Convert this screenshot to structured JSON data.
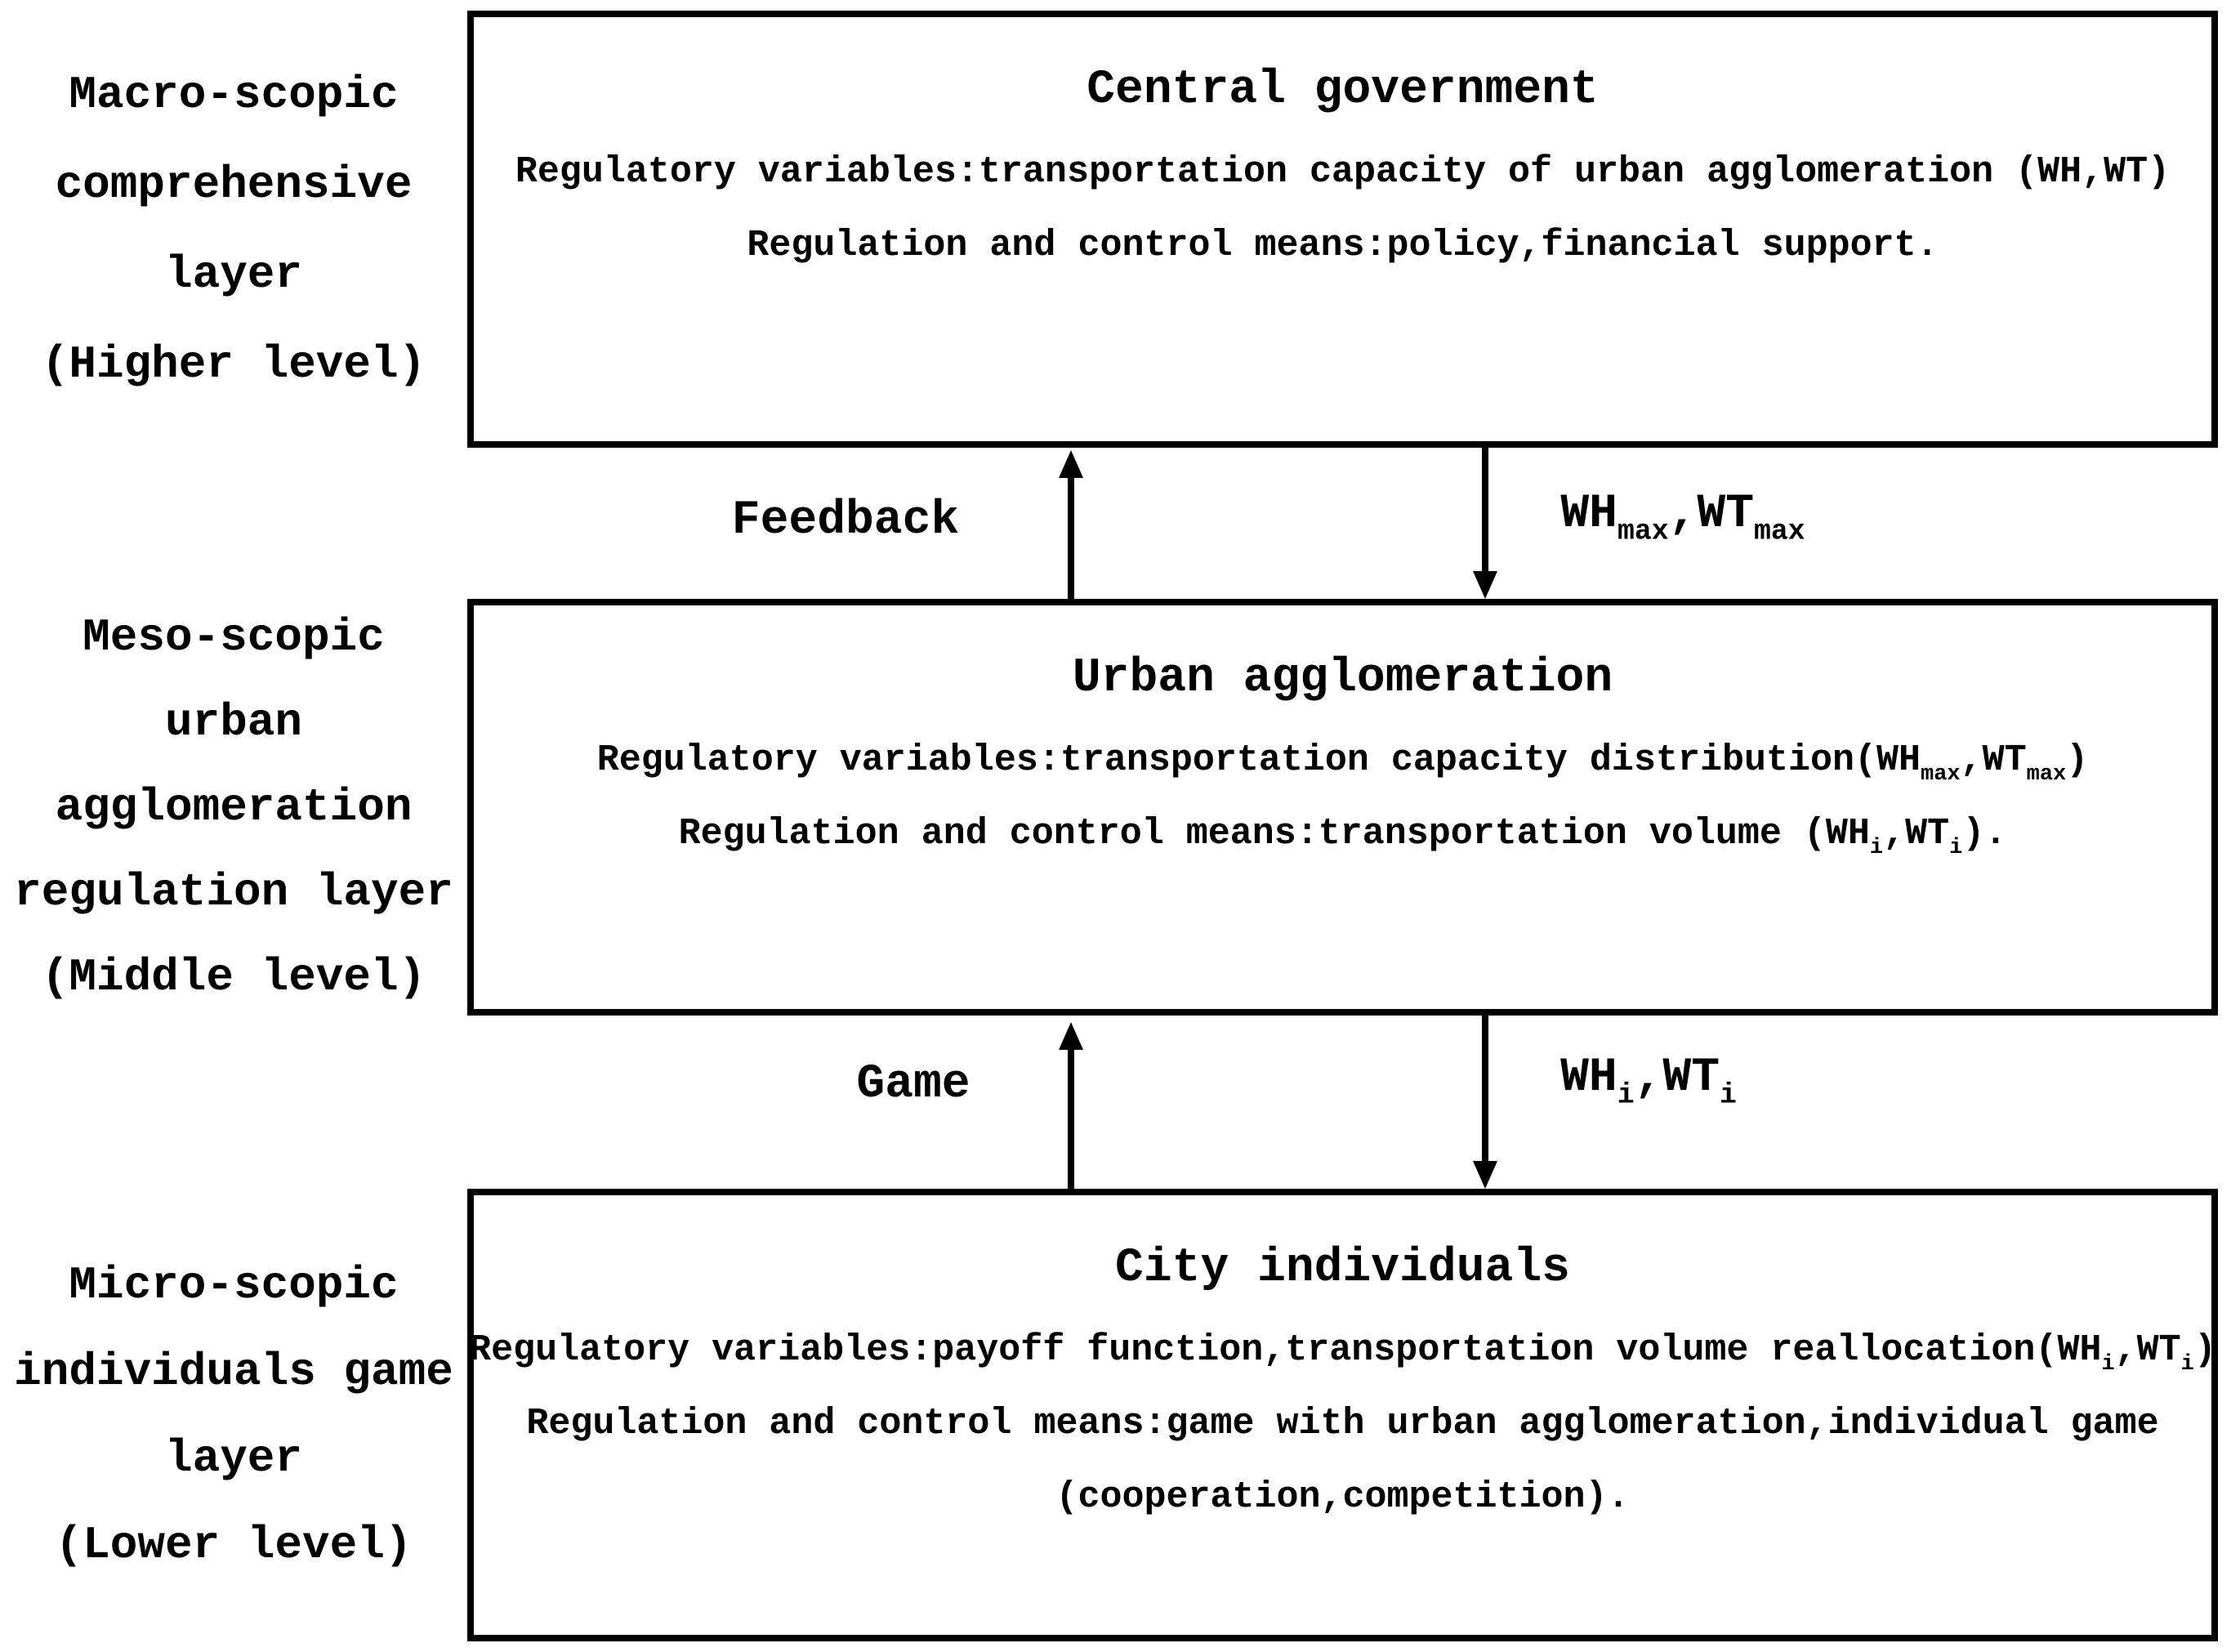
{
  "figure": {
    "background_color": "#ffffff",
    "line_color": "#000000",
    "text_color": "#000000"
  },
  "side_labels": [
    {
      "id": "macro",
      "lines": [
        "Macro-scopic",
        "comprehensive",
        "layer",
        "(Higher level)"
      ]
    },
    {
      "id": "meso",
      "lines": [
        "Meso-scopic",
        "urban",
        "agglomeration",
        "regulation layer",
        "(Middle level)"
      ]
    },
    {
      "id": "micro",
      "lines": [
        "Micro-scopic",
        "individuals game",
        "layer",
        "(Lower level)"
      ]
    }
  ],
  "boxes": [
    {
      "id": "central-government",
      "title": "Central government",
      "lines": [
        [
          {
            "t": "Regulatory variables:transportation capacity of urban agglomeration (WH,WT)"
          }
        ],
        [
          {
            "t": "Regulation and control means:policy,financial support."
          }
        ]
      ]
    },
    {
      "id": "urban-agglomeration",
      "title": "Urban agglomeration",
      "lines": [
        [
          {
            "t": "Regulatory variables:transportation capacity distribution(WH"
          },
          {
            "sub": "max"
          },
          {
            "t": ",WT"
          },
          {
            "sub": "max"
          },
          {
            "t": ")"
          }
        ],
        [
          {
            "t": "Regulation and control means:transportation volume (WH"
          },
          {
            "sub": "i"
          },
          {
            "t": ",WT"
          },
          {
            "sub": "i"
          },
          {
            "t": ")."
          }
        ]
      ]
    },
    {
      "id": "city-individuals",
      "title": "City individuals",
      "lines": [
        [
          {
            "t": "Regulatory variables:payoff function,transportation volume reallocation(WH"
          },
          {
            "sub": "i"
          },
          {
            "t": ",WT"
          },
          {
            "sub": "i"
          },
          {
            "t": ")"
          }
        ],
        [
          {
            "t": "Regulation and control means:game with urban agglomeration,individual game"
          }
        ],
        [
          {
            "t": "(cooperation,competition)."
          }
        ]
      ]
    }
  ],
  "connectors": [
    {
      "between": "central-government/urban-agglomeration",
      "up_label": "Feedback",
      "down_label": [
        {
          "t": "WH"
        },
        {
          "sub": "max"
        },
        {
          "t": ",WT"
        },
        {
          "sub": "max"
        }
      ]
    },
    {
      "between": "urban-agglomeration/city-individuals",
      "up_label": "Game",
      "down_label": [
        {
          "t": "WH"
        },
        {
          "sub": "i"
        },
        {
          "t": ",WT"
        },
        {
          "sub": "i"
        }
      ]
    }
  ]
}
